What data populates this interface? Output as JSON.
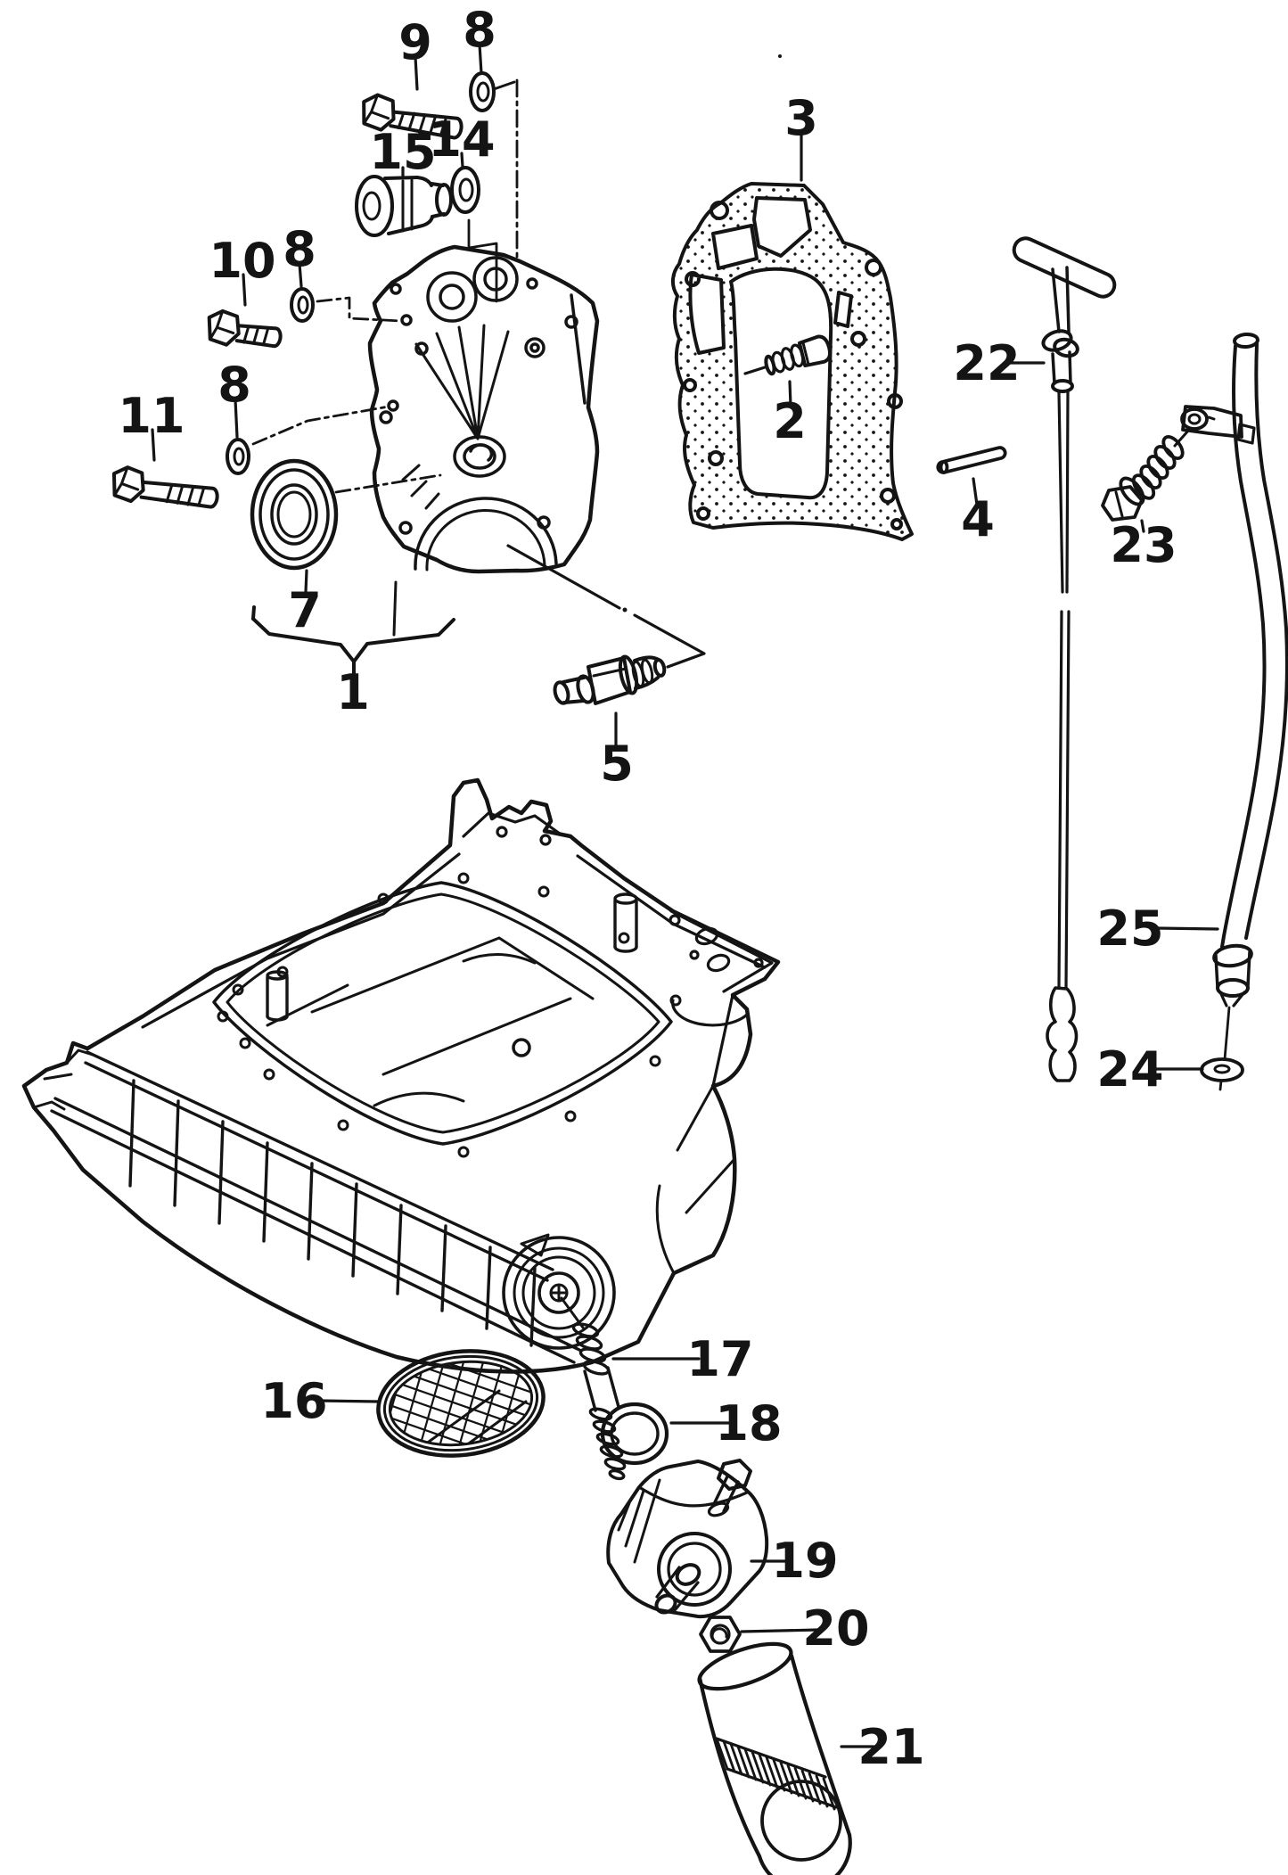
{
  "colors": {
    "background": "#ffffff",
    "ink": "#141414"
  },
  "diagram_type": "exploded-parts-line-diagram",
  "callouts": {
    "c1": "1",
    "c2": "2",
    "c3": "3",
    "c4": "4",
    "c5": "5",
    "c7": "7",
    "c8a": "8",
    "c8b": "8",
    "c8c": "8",
    "c9": "9",
    "c10": "10",
    "c11": "11",
    "c14": "14",
    "c15": "15",
    "c16": "16",
    "c17": "17",
    "c18": "18",
    "c19": "19",
    "c20": "20",
    "c21": "21",
    "c22": "22",
    "c23": "23",
    "c24": "24",
    "c25": "25"
  }
}
